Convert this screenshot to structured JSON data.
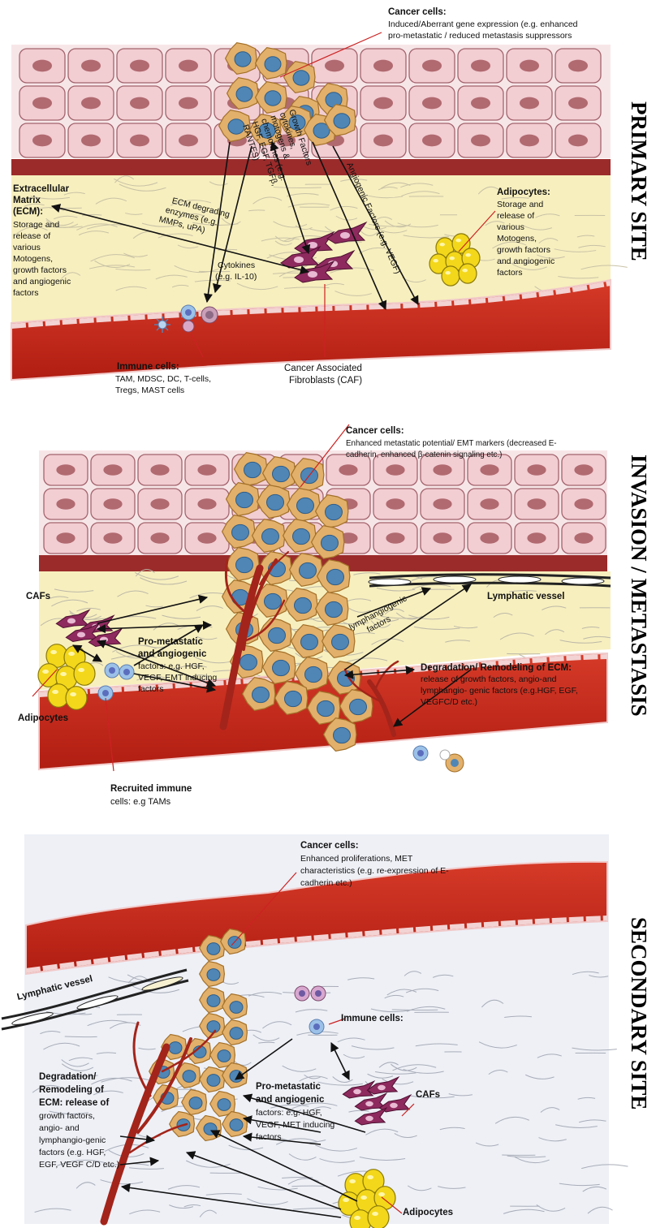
{
  "panels": {
    "primary": {
      "side_title": "PRIMARY SITE",
      "cancer_title": "Cancer cells:",
      "cancer_desc": [
        "Induced/Aberrant gene expression (e.g. enhanced",
        "pro-metastatic / reduced metastasis suppressors"
      ],
      "ecm_title": [
        "Extracellular",
        "Matrix",
        "(ECM):"
      ],
      "ecm_desc": [
        "Storage and",
        "release of",
        "various",
        "Motogens,",
        "growth factors",
        "and angiogenic",
        "factors"
      ],
      "ecm_enzymes": [
        "ECM degrading",
        "enzymes (e.g.",
        "MMPs, uPA)"
      ],
      "cytokines": [
        "Cytokines",
        "(e.g. IL-10)"
      ],
      "growth_factors": [
        "Growth Factors",
        "cytokines,",
        "motogens &",
        "chemokines (e.g.",
        "HGF, EGF, TGFβ,",
        "RANTES)"
      ],
      "angiogenic": "Angiogenic Factors (e.g. VEGF)",
      "adipo_title": "Adipocytes:",
      "adipo_desc": [
        "Storage and",
        "release of",
        "various",
        "Motogens,",
        "growth factors",
        "and angiogenic",
        "factors"
      ],
      "immune_title": "Immune cells:",
      "immune_desc": [
        "TAM, MDSC, DC, T-cells,",
        "Tregs, MAST cells"
      ],
      "caf_label": [
        "Cancer Associated",
        "Fibroblasts (CAF)"
      ]
    },
    "invasion": {
      "side_title": "INVASION / METASTASIS",
      "cancer_title": "Cancer cells:",
      "cancer_desc": [
        "Enhanced metastatic potential/ EMT markers (decreased E-",
        "cadherin, enhanced β-catenin signaling etc.)"
      ],
      "cafs": "CAFs",
      "adipocytes": "Adipocytes",
      "pro_title": [
        "Pro-metastatic",
        "and angiogenic"
      ],
      "pro_desc": [
        "factors: e.g. HGF,",
        "VEGF, EMT inducing",
        "factors"
      ],
      "lymph_factors": [
        "lymphangiogenic",
        "factors"
      ],
      "lymph_vessel": "Lymphatic vessel",
      "degradation_title": "Degradation/ Remodeling of ECM:",
      "degradation_desc": [
        "release of growth factors, angio-and",
        "lymphangio- genic factors (e.g.HGF, EGF,",
        "VEGFC/D etc.)"
      ],
      "recruited": [
        "Recruited immune",
        "cells: e.g TAMs"
      ]
    },
    "secondary": {
      "side_title": "SECONDARY SITE",
      "cancer_title": "Cancer cells:",
      "cancer_desc": [
        "Enhanced proliferations, MET",
        "characteristics (e.g. re-expression of E-",
        "cadherin etc.)"
      ],
      "lymph_vessel": "Lymphatic vessel",
      "immune": "Immune cells:",
      "cafs": "CAFs",
      "degradation": [
        "Degradation/",
        "Remodeling of",
        "ECM: release of",
        "growth factors,",
        "angio- and",
        "lymphangio-genic",
        "factors (e.g. HGF,",
        "EGF, VEGF C/D etc.)"
      ],
      "pro": [
        "Pro-metastatic",
        "and angiogenic",
        "factors: e.g. HGF,",
        "VEGF, MET inducing",
        "factors"
      ],
      "adipocytes": "Adipocytes"
    }
  },
  "colors": {
    "epithelium": "#f2cdd2",
    "basement": "#9b2b2b",
    "stroma": "#f7efbe",
    "vessel": "#c62518",
    "cancer_cell": "#e2b06a",
    "nucleus": "#4f86b6",
    "caf": "#8e2a5e",
    "adipocyte": "#f3d71a",
    "secondary_stroma": "#eceff6"
  }
}
